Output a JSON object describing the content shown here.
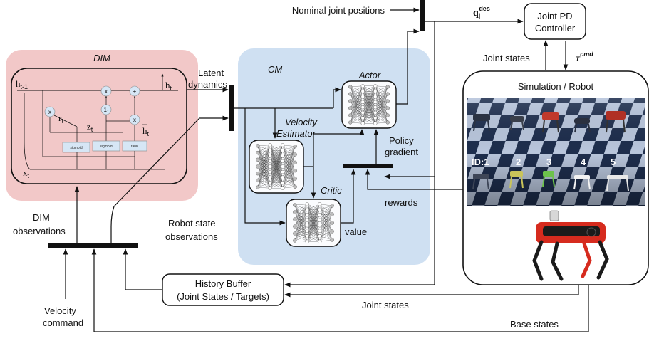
{
  "dim": {
    "title": "DIM",
    "h_prev": "h",
    "h_prev_sub": "t-1",
    "h_out": "h",
    "h_out_sub": "t",
    "x_in": "x",
    "x_in_sub": "t",
    "r_gate": "r",
    "r_gate_sub": "t",
    "z_gate": "z",
    "z_gate_sub": "t",
    "h_cand": "h",
    "h_cand_sub": "t",
    "sigmoid_1": "sigmoid",
    "sigmoid_2": "sigmoid",
    "tanh": "tanh",
    "op_mult": "x",
    "op_add": "+",
    "op_one_minus": "1-"
  },
  "cm": {
    "title": "CM",
    "actor": "Actor",
    "velocity_estimator_line1": "Velocity",
    "velocity_estimator_line2": "Estimator",
    "critic": "Critic",
    "value": "value",
    "policy_gradient_line1": "Policy",
    "policy_gradient_line2": "gradient"
  },
  "labels": {
    "nominal_joint_positions": "Nominal joint positions",
    "latent_dynamics_line1": "Latent",
    "latent_dynamics_line2": "dynamics",
    "q_des": "q",
    "q_des_sub": "j",
    "q_des_sup": "des",
    "joint_pd_line1": "Joint PD",
    "joint_pd_line2": "Controller",
    "joint_states_top": "Joint states",
    "tau": "τ",
    "tau_sup": "cmd",
    "sim_robot": "Simulation / Robot",
    "rewards": "rewards",
    "dim_obs_line1": "DIM",
    "dim_obs_line2": "observations",
    "robot_state_line1": "Robot state",
    "robot_state_line2": "observations",
    "history_line1": "History Buffer",
    "history_line2": "(Joint States / Targets)",
    "joint_states_bottom": "Joint states",
    "velocity_command_line1": "Velocity",
    "velocity_command_line2": "command",
    "base_states": "Base states"
  },
  "robot_ids": [
    "ID:1",
    "2",
    "3",
    "4",
    "5"
  ],
  "colors": {
    "dim_fill": "#f2c8c8",
    "cm_fill": "#cfe0f2",
    "gate_fill": "#d6e6f5",
    "line": "#111111"
  }
}
